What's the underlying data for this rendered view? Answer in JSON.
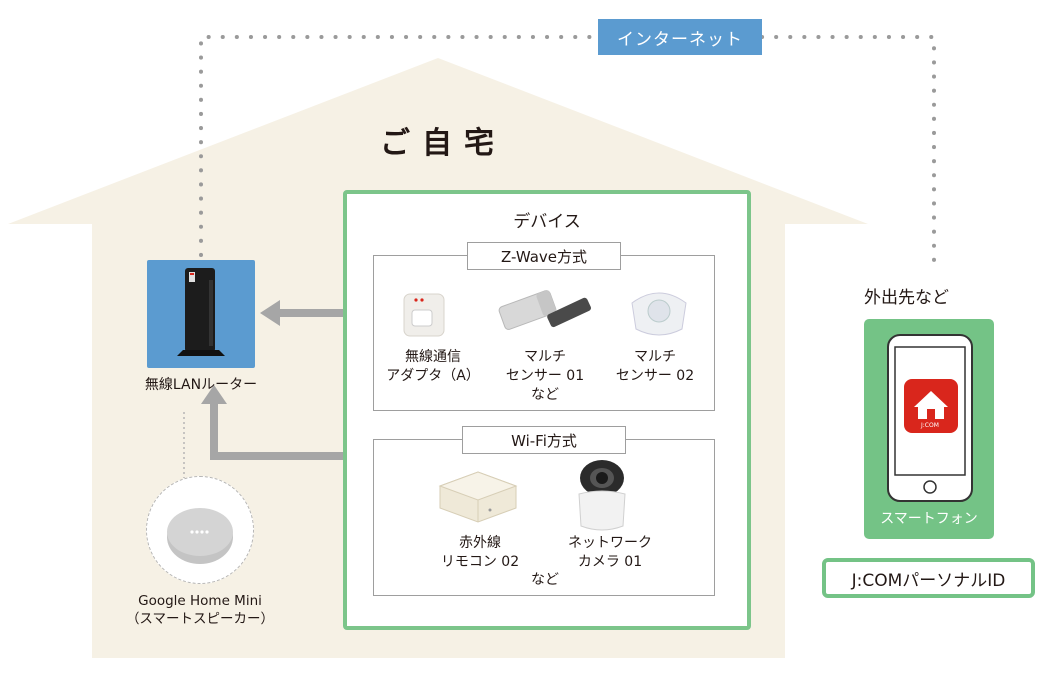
{
  "internet": {
    "label": "インターネット"
  },
  "home": {
    "title": "ご自宅"
  },
  "router": {
    "label": "無線LANルーター"
  },
  "speaker": {
    "name": "Google Home Mini",
    "type": "（スマートスピーカー）"
  },
  "devices": {
    "title": "デバイス",
    "zwave": {
      "label": "Z-Wave方式",
      "items": [
        {
          "line1": "無線通信",
          "line2": "アダプタ（A）"
        },
        {
          "line1": "マルチ",
          "line2": "センサー 01"
        },
        {
          "line1": "マルチ",
          "line2": "センサー 02"
        }
      ],
      "etc": "など"
    },
    "wifi": {
      "label": "Wi-Fi方式",
      "items": [
        {
          "line1": "赤外線",
          "line2": "リモコン 02"
        },
        {
          "line1": "ネットワーク",
          "line2": "カメラ 01"
        }
      ],
      "etc": "など"
    }
  },
  "outside": {
    "label": "外出先など",
    "phone_label": "スマートフォン",
    "app_badge": "J:COM",
    "id_label": "J:COMパーソナルID"
  },
  "colors": {
    "house": "#f6f1e5",
    "green": "#74c386",
    "blue": "#5b9bd0",
    "arrow": "#a6a6a6",
    "app_red": "#d9261c"
  }
}
